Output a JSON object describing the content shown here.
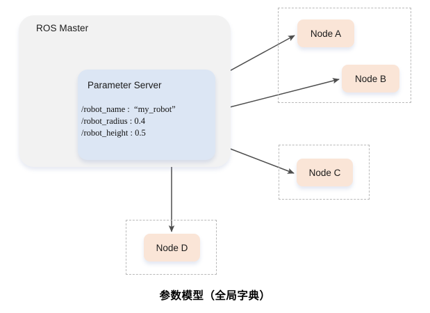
{
  "diagram": {
    "caption": "参数模型（全局字典）",
    "watermark": "",
    "master": {
      "label": "ROS Master",
      "fill": "#f2f2f2"
    },
    "parameter_server": {
      "title": "Parameter Server",
      "fill": "#dce6f4",
      "entries": [
        "/robot_name :  “my_robot”",
        "/robot_radius : 0.4",
        "/robot_height : 0.5"
      ]
    },
    "node_fill": "#fae5d7",
    "group_border": "#b8b8b8",
    "arrow_color": "#4d4d4d",
    "nodes": [
      {
        "id": "node-a",
        "label": "Node A"
      },
      {
        "id": "node-b",
        "label": "Node B"
      },
      {
        "id": "node-c",
        "label": "Node C"
      },
      {
        "id": "node-d",
        "label": "Node D"
      }
    ],
    "connections": [
      {
        "from": "parameter-server",
        "to": "node-a",
        "style": "double-arrow"
      },
      {
        "from": "parameter-server",
        "to": "node-b",
        "style": "double-arrow"
      },
      {
        "from": "parameter-server",
        "to": "node-c",
        "style": "double-arrow"
      },
      {
        "from": "parameter-server",
        "to": "node-d",
        "style": "double-arrow"
      }
    ]
  }
}
